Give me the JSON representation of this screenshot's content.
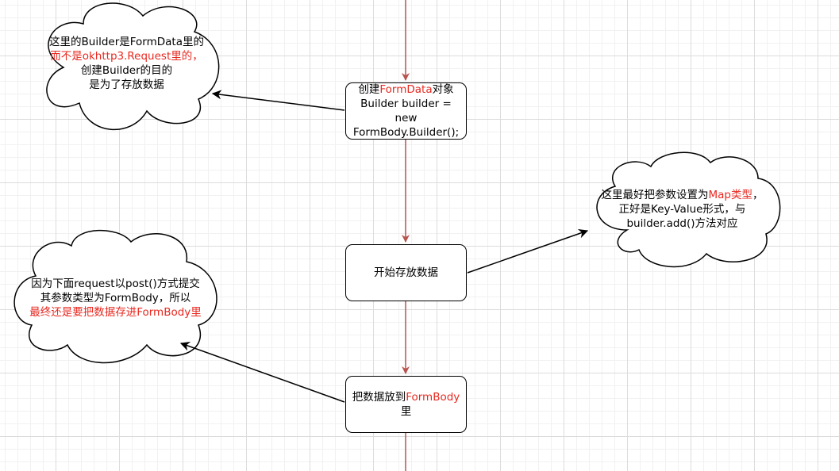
{
  "diagram": {
    "nodes": {
      "create_formdata": {
        "line1_prefix": "创建",
        "line1_highlight": "FormData",
        "line1_suffix": "对象",
        "line2": "Builder builder = new",
        "line3": "FormBody.Builder();"
      },
      "start_store": {
        "label": "开始存放数据"
      },
      "put_formbody": {
        "prefix": "把数据放到",
        "highlight": "FormBody",
        "suffix": "里"
      }
    },
    "notes": {
      "builder_note": {
        "line1": "这里的Builder是FormData里的",
        "line2_highlight": "而不是okhttp3.Request里的，",
        "line3": "创建Builder的目的",
        "line4": "是为了存放数据"
      },
      "map_note": {
        "line1_prefix": "这里最好把参数设置为",
        "line1_highlight": "Map类型",
        "line1_suffix": "，",
        "line2": "正好是Key-Value形式，与",
        "line3": "builder.add()方法对应"
      },
      "post_note": {
        "line1": "因为下面request以post()方式提交",
        "line2": "其参数类型为FormBody，所以",
        "line3_highlight": "最终还是要把数据存进FormBody里"
      }
    },
    "colors": {
      "flow_line": "#b85450",
      "annotation_arrow": "#000000",
      "highlight_text": "#e8281f",
      "grid": "#dcdcdc"
    }
  }
}
